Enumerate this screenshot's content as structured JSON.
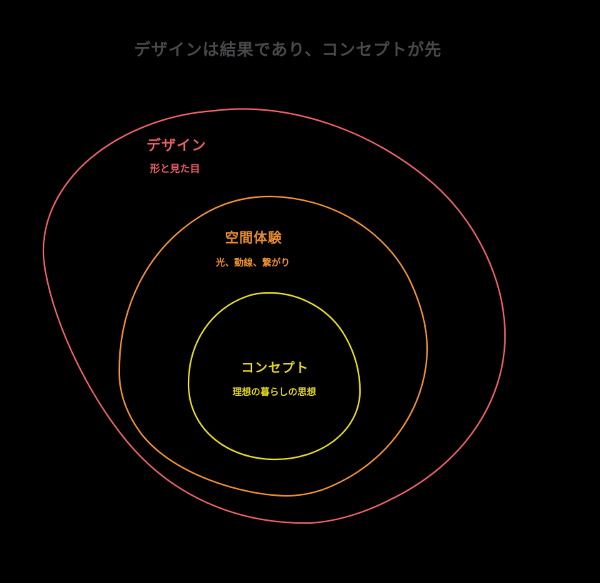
{
  "title": "デザインは結果であり、コンセプトが先",
  "colors": {
    "background": "#000000",
    "title": "#48484b",
    "design_ring": "#e25d62",
    "experience_ring": "#e68b31",
    "concept_ring": "#ddd321"
  },
  "rings": [
    {
      "id": "design",
      "label": "デザイン",
      "sublabel": "形と見た目",
      "color": "#e25d62"
    },
    {
      "id": "spatial-experience",
      "label": "空間体験",
      "sublabel": "光、動線、繋がり",
      "color": "#e68b31"
    },
    {
      "id": "concept",
      "label": "コンセプト",
      "sublabel": "理想の暮らしの思想",
      "color": "#ddd321"
    }
  ]
}
